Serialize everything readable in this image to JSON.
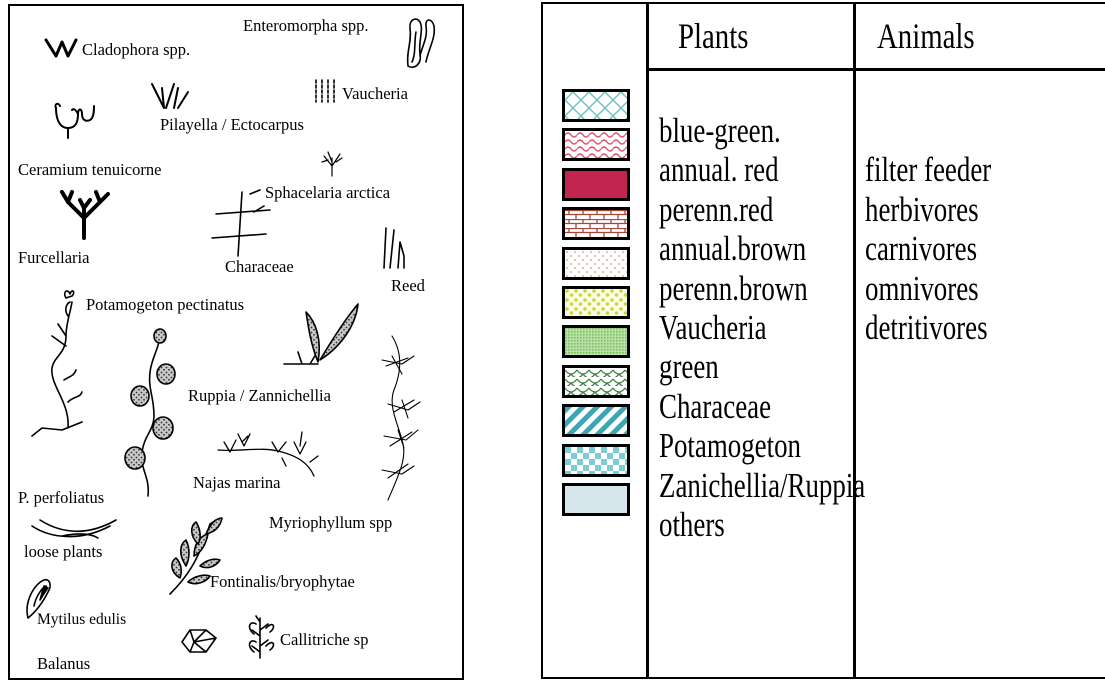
{
  "symbols": [
    {
      "name": "Cladophora spp.",
      "icon": "cladophora-icon"
    },
    {
      "name": "Enteromorpha spp.",
      "icon": "enteromorpha-icon"
    },
    {
      "name": "Vaucheria",
      "icon": "vaucheria-icon"
    },
    {
      "name": "Pilayella / Ectocarpus",
      "icon": "pilayella-icon"
    },
    {
      "name": "Ceramium tenuicorne",
      "icon": "ceramium-icon"
    },
    {
      "name": "Sphacelaria arctica",
      "icon": "sphacelaria-icon"
    },
    {
      "name": "Furcellaria",
      "icon": "furcellaria-icon"
    },
    {
      "name": "Characeae",
      "icon": "characeae-icon"
    },
    {
      "name": "Reed",
      "icon": "reed-icon"
    },
    {
      "name": "Potamogeton pectinatus",
      "icon": "potamogeton-pectinatus-icon"
    },
    {
      "name": "Ruppia / Zannichellia",
      "icon": "ruppia-icon"
    },
    {
      "name": "P. perfoliatus",
      "icon": "perfoliatus-icon"
    },
    {
      "name": "Najas marina",
      "icon": "najas-icon"
    },
    {
      "name": "Myriophyllum spp",
      "icon": "myriophyllum-icon"
    },
    {
      "name": "loose plants",
      "icon": "loose-plants-icon"
    },
    {
      "name": "Fontinalis/bryophytae",
      "icon": "fontinalis-icon"
    },
    {
      "name": "Mytilus edulis",
      "icon": "mytilus-icon"
    },
    {
      "name": "Callitriche sp",
      "icon": "callitriche-icon"
    },
    {
      "name": "Balanus",
      "icon": "balanus-icon"
    }
  ],
  "legend": {
    "plants_header": "Plants",
    "animals_header": "Animals",
    "plants": [
      {
        "label": "blue-green.",
        "pattern": "scale-lattice",
        "color": "#6cc0bd"
      },
      {
        "label": "annual. red",
        "pattern": "waves",
        "color": "#e0506e"
      },
      {
        "label": "perenn.red",
        "pattern": "solid",
        "color": "#c2264f"
      },
      {
        "label": "annual.brown",
        "pattern": "bricks",
        "color": "#a4483a"
      },
      {
        "label": "perenn.brown",
        "pattern": "dots",
        "color": "#e0906e"
      },
      {
        "label": "Vaucheria",
        "pattern": "blobs",
        "color": "#c9d835"
      },
      {
        "label": "green",
        "pattern": "fine-grid",
        "color": "#74bd59"
      },
      {
        "label": "Characeae",
        "pattern": "scallops",
        "color": "#3c7d3e"
      },
      {
        "label": "Potamogeton",
        "pattern": "diagonal-stripes",
        "color": "#3ea6b3"
      },
      {
        "label": "Zanichellia/Ruppia",
        "pattern": "checker",
        "color": "#7ccdd0"
      },
      {
        "label": "others",
        "pattern": "solid",
        "color": "#d6e6ec"
      }
    ],
    "animals": [
      "",
      "filter feeder",
      "herbivores",
      "carnivores",
      "omnivores",
      "detritivores"
    ]
  }
}
